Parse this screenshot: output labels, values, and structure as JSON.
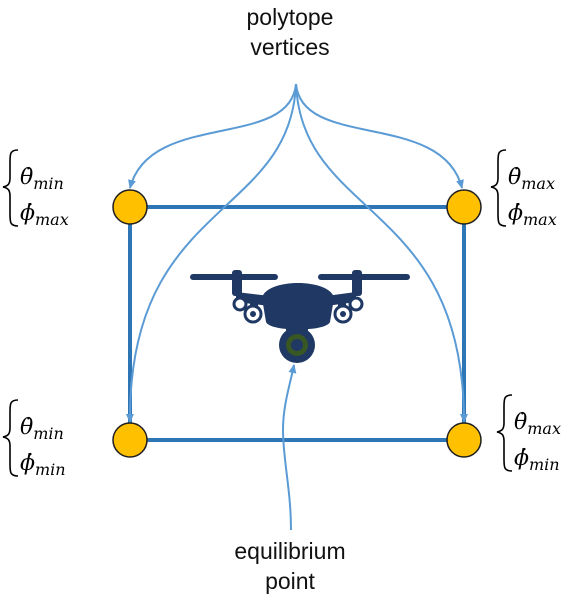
{
  "labels": {
    "top_line1": "polytope",
    "top_line2": "vertices",
    "bottom_line1": "equilibrium",
    "bottom_line2": "point"
  },
  "vertices": {
    "top_left": {
      "first": "θ̇",
      "first_sub": "min",
      "second": "ϕ̇",
      "second_sub": "max"
    },
    "top_right": {
      "first": "θ̇",
      "first_sub": "max",
      "second": "ϕ̇",
      "second_sub": "max"
    },
    "bottom_left": {
      "first": "θ̇",
      "first_sub": "min",
      "second": "ϕ̇",
      "second_sub": "min"
    },
    "bottom_right": {
      "first": "θ̇",
      "first_sub": "max",
      "second": "ϕ̇",
      "second_sub": "min"
    }
  },
  "colors": {
    "square": "#2E75B6",
    "arrows": "#5B9BD5",
    "vertex_fill": "#FFC000",
    "vertex_stroke": "#1F1F1F",
    "drone": "#1F3864",
    "camera_lens": "#385723"
  },
  "icons": [
    "drone-icon"
  ]
}
